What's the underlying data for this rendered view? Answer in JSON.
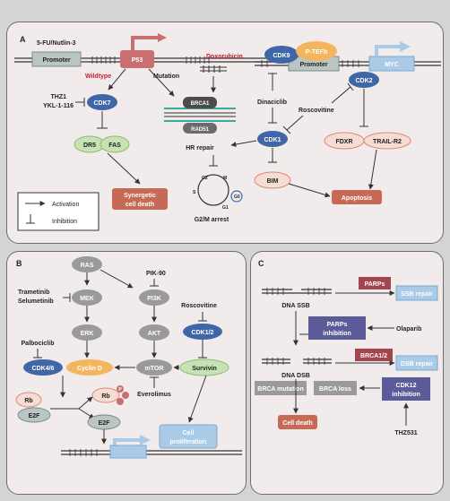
{
  "panels": {
    "a": {
      "letter": "A",
      "fu_nutlin": "5-FU/Nutlin-3",
      "promoter": "Promoter",
      "p53": "P53",
      "wildtype": "Wildtype",
      "mutation": "Mutation",
      "doxorubicin": "Doxorubicin",
      "brca1": "BRCA1",
      "rad51": "RAD51",
      "hr_repair": "HR repair",
      "thz1": "THZ1",
      "ykl": "YKL-1-116",
      "cdk7": "CDK7",
      "dr5": "DR5",
      "fas": "FAS",
      "synergetic_1": "Synergetic",
      "synergetic_2": "cell death",
      "g2": "G2",
      "m": "M",
      "g0": "G0",
      "g1": "G1",
      "s": "S",
      "g2m_arrest": "G2/M arrest",
      "cdk9": "CDK9",
      "ptefb": "P-TEFb",
      "promoter2": "Promoter",
      "myc": "MYC",
      "cdk2": "CDK2",
      "dinaciclib": "Dinaciclib",
      "roscovitine": "Roscovitine",
      "cdk1": "CDK1",
      "fdxr": "FDXR",
      "trail": "TRAIL-R2",
      "bim": "BIM",
      "apoptosis": "Apoptosis",
      "legend_activation": "Activation",
      "legend_inhibition": "Inhibition"
    },
    "b": {
      "letter": "B",
      "ras": "RAS",
      "pik90": "PIK-90",
      "trametinib": "Trametinib",
      "selumetinib": "Selumetinib",
      "mek": "MEK",
      "pi3k": "PI3K",
      "roscovitine": "Roscovitine",
      "erk": "ERK",
      "akt": "AKT",
      "cdk12": "CDK1/2",
      "palbociclib": "Palbociclib",
      "cdk46": "CDK4/6",
      "cyclind": "Cyclin D",
      "mtor": "mTOR",
      "survivin": "Survivin",
      "everolimus": "Everolimus",
      "rb": "Rb",
      "rb2": "Rb",
      "p": "P",
      "e2f": "E2F",
      "e2f2": "E2F",
      "prolif_1": "Cell",
      "prolif_2": "proliferation"
    },
    "c": {
      "letter": "C",
      "parps": "PARPs",
      "dna_ssb": "DNA SSB",
      "ssb_repair": "SSB repair",
      "parps_inh_1": "PARPs",
      "parps_inh_2": "inhibition",
      "olaparib": "Olaparib",
      "brca12": "BRCA1/2",
      "dna_dsb": "DNA DSB",
      "dsb_repair": "DSB repair",
      "brca_mutation": "BRCA mutation",
      "brca_loss": "BRCA loss",
      "cdk12_1": "CDK12",
      "cdk12_2": "inhibition",
      "thz531": "THZ531",
      "cell_death": "Cell death"
    }
  },
  "colors": {
    "p53": "#c96f72",
    "cdk_blue": "#3f67a8",
    "green": "#c7e3b4",
    "salmon_fill": "#f6dcd2",
    "salmon_border": "#d98b76",
    "brick": "#c66a55",
    "gray": "#9a9a9a",
    "light_blue": "#a9cbe8",
    "orange": "#f4b65d",
    "dark_red_box": "#a2454d",
    "purple_box": "#5c5b99"
  }
}
